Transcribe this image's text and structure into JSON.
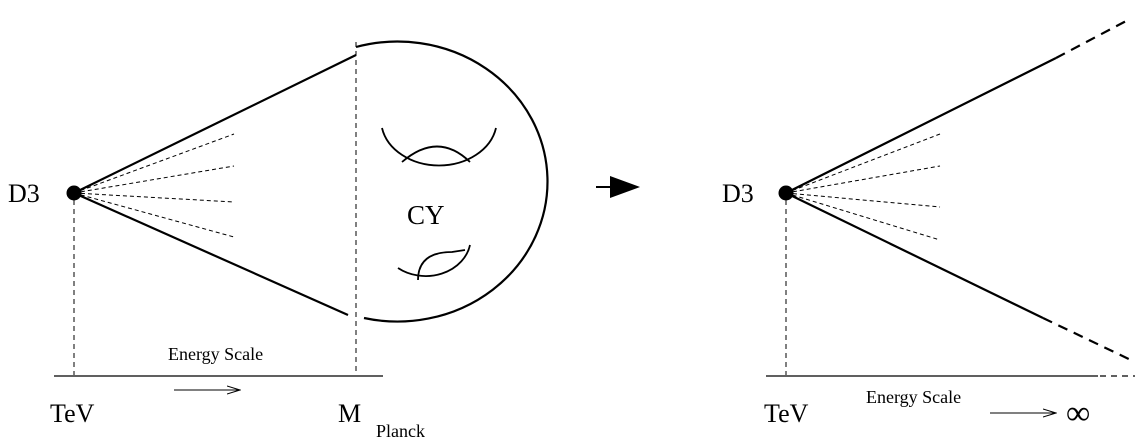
{
  "left_panel": {
    "brane_label": "D3",
    "bulk_label": "CY",
    "axis_title": "Energy Scale",
    "tick_low": "TeV",
    "tick_high_main": "M",
    "tick_high_sub": "Planck"
  },
  "right_panel": {
    "brane_label": "D3",
    "axis_title": "Energy Scale",
    "tick_low": "TeV",
    "tick_high": "∞"
  }
}
